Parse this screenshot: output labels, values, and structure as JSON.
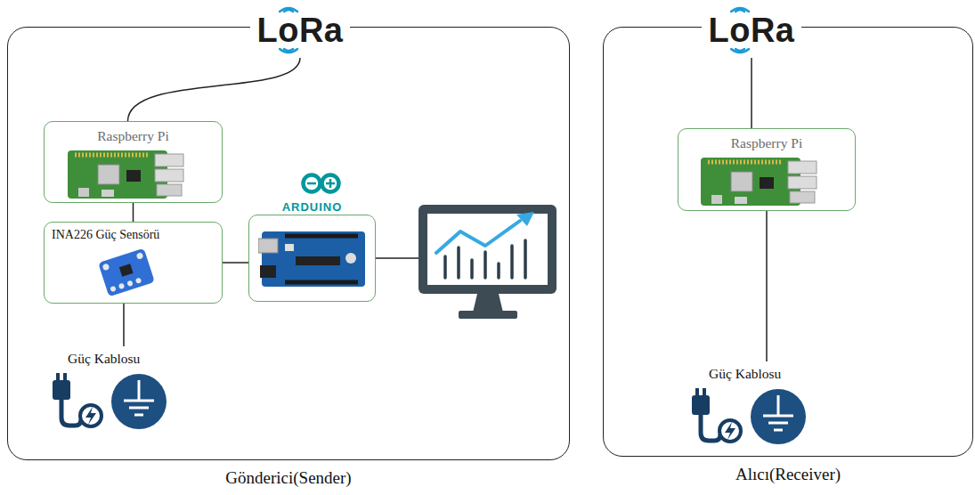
{
  "diagram": {
    "nodes": [
      {
        "text": [
          "Gönderici(Sender)"
        ]
      },
      {
        "text": [
          "LoRa"
        ],
        "in": 0
      },
      {
        "text": [
          "Raspberry Pi"
        ],
        "in": 0
      },
      {
        "text": [
          "INA226 Güç Sensörü"
        ],
        "in": 0
      },
      {
        "text": [
          "ARDUINO"
        ],
        "in": 0
      },
      {
        "text": [
          "Güç Kablosu"
        ],
        "in": 0
      },
      {
        "text": [
          "Alıcı(Receiver)"
        ]
      },
      {
        "text": [
          "LoRa"
        ],
        "in": 6
      },
      {
        "text": [
          "Raspberry Pi"
        ],
        "in": 6
      },
      {
        "text": [
          "Güç Kablosu"
        ],
        "in": 6
      }
    ],
    "edges": [
      {
        "from": 1,
        "to": 2,
        "arrow": "none"
      },
      {
        "from": 2,
        "to": 3,
        "arrow": "none"
      },
      {
        "from": 3,
        "to": 4,
        "arrow": "none"
      },
      {
        "from": 3,
        "to": 5,
        "arrow": "none"
      },
      {
        "from": 7,
        "to": 8,
        "arrow": "none"
      },
      {
        "from": 8,
        "to": 9,
        "arrow": "none"
      }
    ]
  }
}
